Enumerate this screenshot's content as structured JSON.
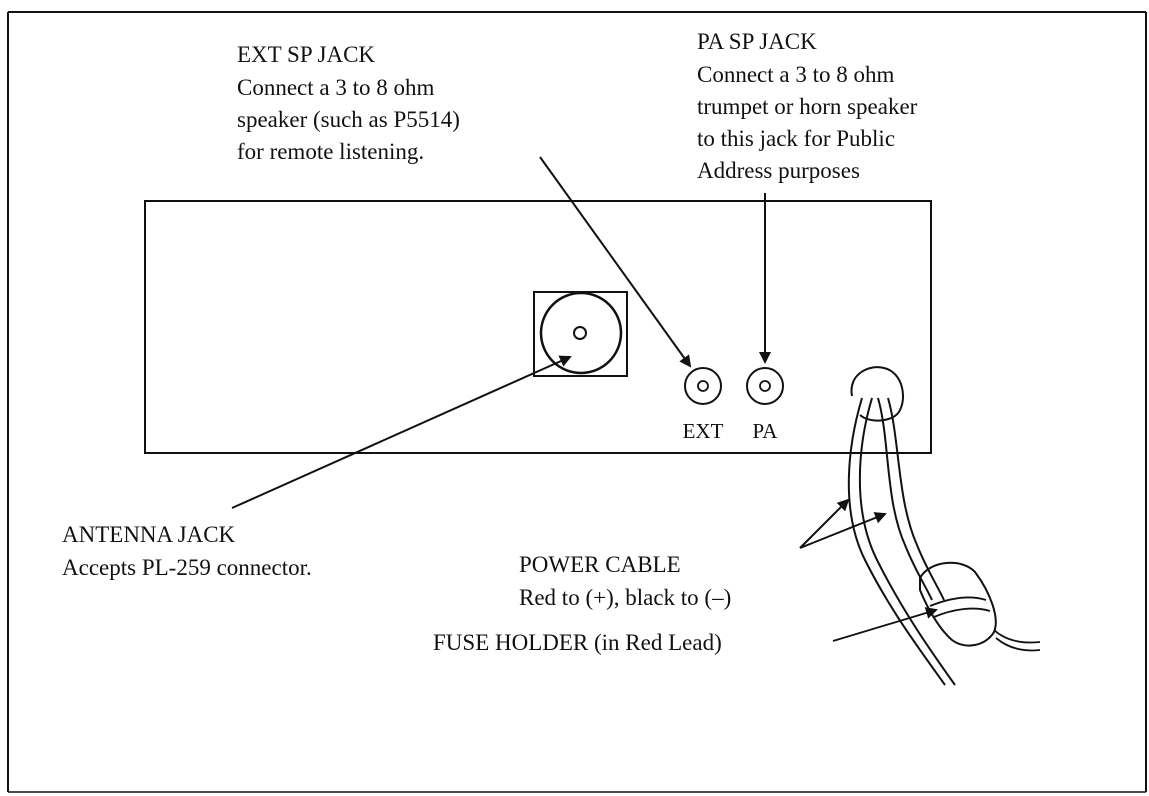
{
  "labels": {
    "ext_sp_jack": {
      "title": "EXT SP JACK",
      "lines": [
        "Connect a 3 to 8 ohm",
        "speaker (such as P5514)",
        "for remote listening."
      ]
    },
    "pa_sp_jack": {
      "title": "PA SP JACK",
      "lines": [
        "Connect a 3 to 8 ohm",
        "trumpet or horn speaker",
        "to this jack for Public",
        "Address purposes"
      ]
    },
    "antenna_jack": {
      "title": "ANTENNA JACK",
      "lines": [
        "Accepts PL-259 connector."
      ]
    },
    "power_cable": {
      "title": "POWER CABLE",
      "lines": [
        "Red to (+), black to (–)"
      ]
    },
    "fuse_holder": {
      "title": "FUSE HOLDER (in Red Lead)"
    }
  },
  "jacks": {
    "ext": "EXT",
    "pa": "PA"
  },
  "colors": {
    "ink": "#111111",
    "paper": "#ffffff"
  }
}
